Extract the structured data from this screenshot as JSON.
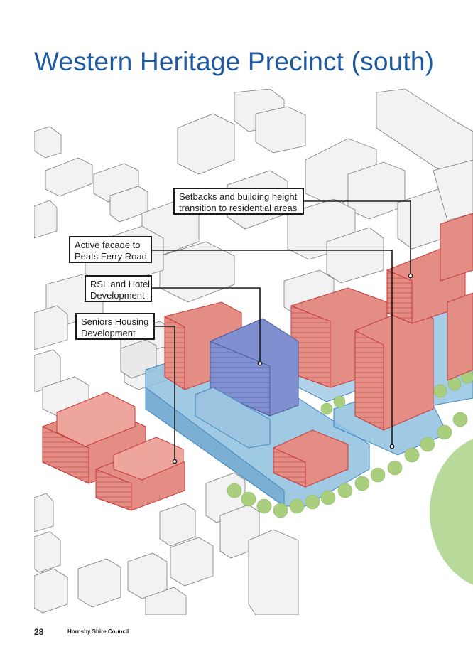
{
  "page": {
    "title": "Western Heritage Precinct (south)",
    "page_number": "28",
    "organisation": "Hornsby Shire Council"
  },
  "callouts": {
    "setbacks": [
      "Setbacks and building height",
      "transition to residential areas"
    ],
    "active_facade": [
      "Active facade to",
      "Peats Ferry Road"
    ],
    "rsl_hotel": [
      "RSL and Hotel",
      "Development"
    ],
    "seniors_housing": [
      "Seniors Housing",
      "Development"
    ]
  },
  "colors": {
    "title": "#1f5aa0",
    "proposed_building": "#e48d85",
    "proposed_outline": "#c73a3a",
    "rsl_building": "#7f8fcf",
    "podium": "#8fc0df",
    "existing_building": "#f2f2f2",
    "park": "#b7d99a",
    "trees": "#a9cf7e"
  }
}
